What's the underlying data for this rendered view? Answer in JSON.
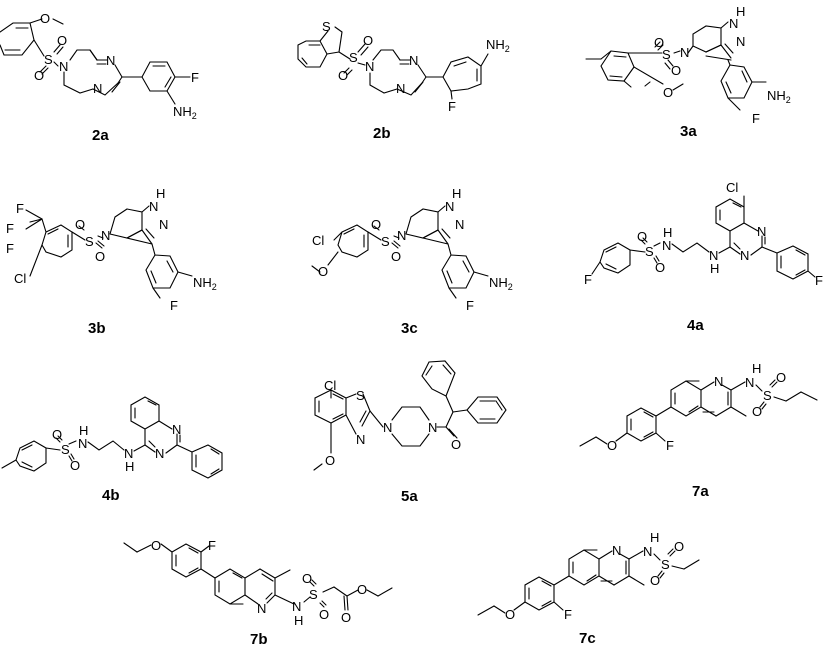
{
  "figure": {
    "compounds": [
      {
        "id": "2a",
        "label": "2a",
        "atoms": {
          "o_methoxy": "O",
          "s": "S",
          "o1": "O",
          "o2": "O",
          "n_pip": "N",
          "n_imid1": "N",
          "n_imid2": "N",
          "f": "F",
          "nh2": "NH",
          "nh2_sub": "2"
        }
      },
      {
        "id": "2b",
        "label": "2b",
        "atoms": {
          "s_thio": "S",
          "s": "S",
          "o1": "O",
          "o2": "O",
          "n_pip": "N",
          "n_imid1": "N",
          "n_imid2": "N",
          "f": "F",
          "nh2": "NH",
          "nh2_sub": "2"
        }
      },
      {
        "id": "3a",
        "label": "3a",
        "atoms": {
          "h": "H",
          "n1": "N",
          "n2": "N",
          "n_pip": "N",
          "s": "S",
          "o1": "O",
          "o2": "O",
          "o_methoxy": "O",
          "nh2": "NH",
          "nh2_sub": "2",
          "f": "F"
        }
      },
      {
        "id": "3b",
        "label": "3b",
        "atoms": {
          "h": "H",
          "n1": "N",
          "n2": "N",
          "n_pip": "N",
          "s": "S",
          "o1": "O",
          "o2": "O",
          "f1": "F",
          "f2": "F",
          "f3": "F",
          "cl": "Cl",
          "nh2": "NH",
          "nh2_sub": "2",
          "f": "F"
        }
      },
      {
        "id": "3c",
        "label": "3c",
        "atoms": {
          "h": "H",
          "n1": "N",
          "n2": "N",
          "n_pip": "N",
          "s": "S",
          "o1": "O",
          "o2": "O",
          "cl": "Cl",
          "o_methoxy": "O",
          "nh2": "NH",
          "nh2_sub": "2",
          "f": "F"
        }
      },
      {
        "id": "4a",
        "label": "4a",
        "atoms": {
          "cl": "Cl",
          "n_q1": "N",
          "n_q2": "N",
          "nh_link": "N",
          "nh_link_h": "H",
          "nh_s": "N",
          "nh_s_h": "H",
          "s": "S",
          "o1": "O",
          "o2": "O",
          "f1": "F",
          "f2": "F"
        }
      },
      {
        "id": "4b",
        "label": "4b",
        "atoms": {
          "n_q1": "N",
          "n_q2": "N",
          "nh_link": "N",
          "nh_link_h": "H",
          "nh_s": "N",
          "nh_s_h": "H",
          "s": "S",
          "o1": "O",
          "o2": "O"
        }
      },
      {
        "id": "5a",
        "label": "5a",
        "atoms": {
          "cl": "Cl",
          "s_thiazole": "S",
          "n_thiazole": "N",
          "n_pip1": "N",
          "n_pip2": "N",
          "o_carbonyl": "O",
          "o_methoxy": "O"
        }
      },
      {
        "id": "7a",
        "label": "7a",
        "atoms": {
          "n_quin": "N",
          "nh": "N",
          "nh_h": "H",
          "s": "S",
          "o1": "O",
          "o2": "O",
          "f": "F",
          "o_ethoxy": "O"
        }
      },
      {
        "id": "7b",
        "label": "7b",
        "atoms": {
          "o_ethoxy": "O",
          "f": "F",
          "n_quin": "N",
          "nh": "N",
          "nh_h": "H",
          "s": "S",
          "o1": "O",
          "o2": "O",
          "o_ester": "O",
          "o_carbonyl": "O"
        }
      },
      {
        "id": "7c",
        "label": "7c",
        "atoms": {
          "n_quin": "N",
          "nh": "N",
          "nh_h": "H",
          "s": "S",
          "o1": "O",
          "o2": "O",
          "f": "F",
          "o_ethoxy": "O"
        }
      }
    ]
  }
}
